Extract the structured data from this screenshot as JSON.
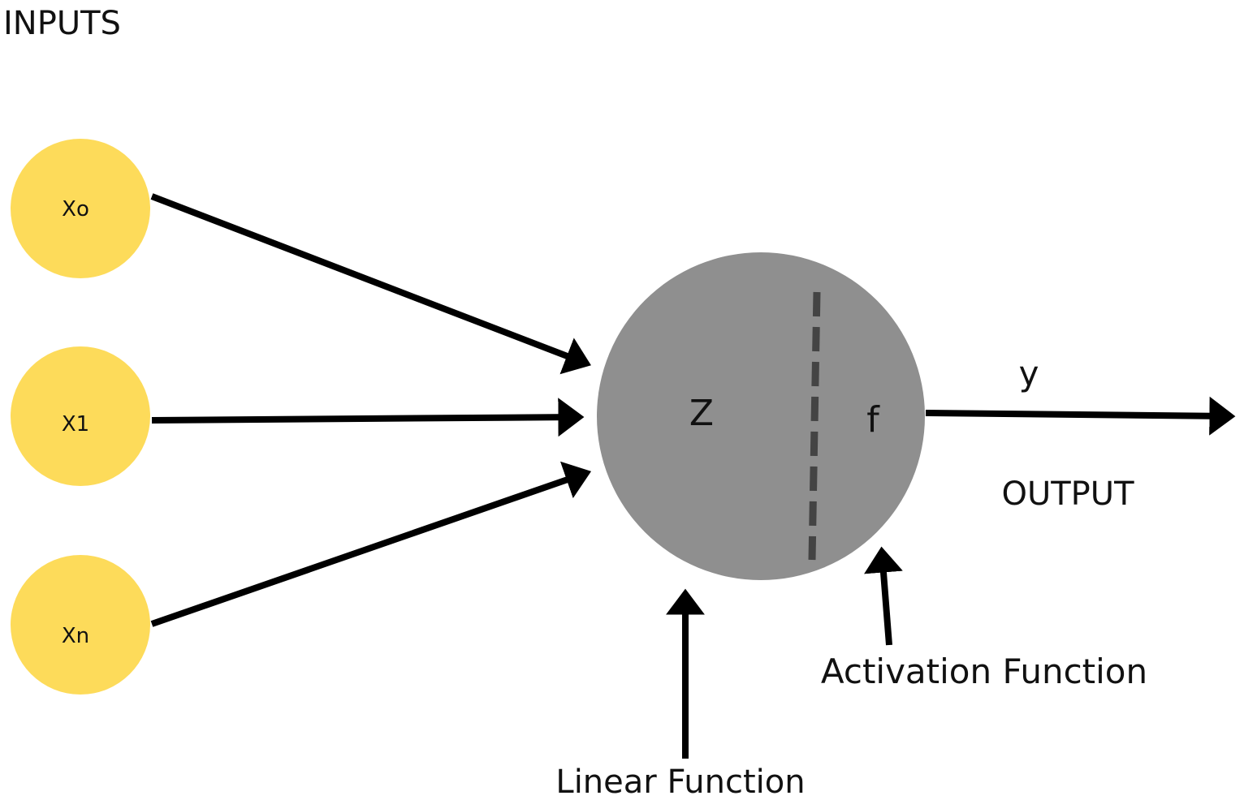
{
  "diagram": {
    "inputs_title": "INPUTS",
    "inputs": [
      {
        "label": "Xo"
      },
      {
        "label": "X1"
      },
      {
        "label": "Xn"
      }
    ],
    "neuron": {
      "linear_symbol": "Z",
      "activation_symbol": "f"
    },
    "output_symbol": "y",
    "output_title": "OUTPUT",
    "annotations": {
      "linear": "Linear Function",
      "activation": "Activation Function"
    },
    "colors": {
      "input_node": "#FDDB5A",
      "neuron": "#8F8F8F",
      "divider": "#444444",
      "arrow": "#000000"
    }
  }
}
